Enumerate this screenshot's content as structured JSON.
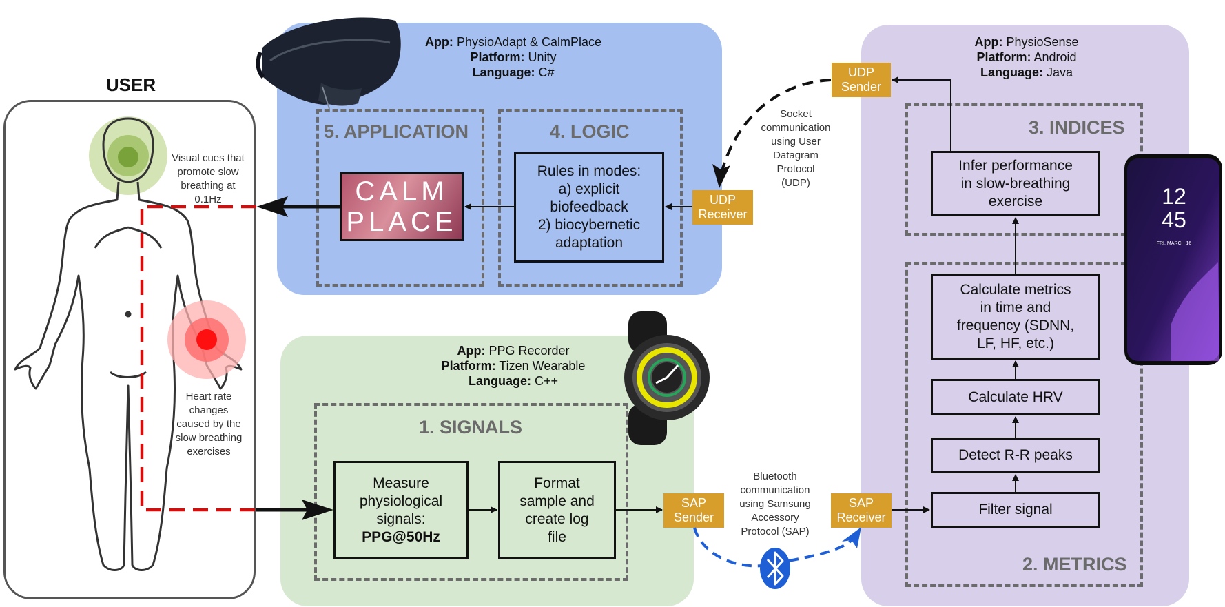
{
  "user": {
    "title": "USER"
  },
  "annotations": {
    "visual_cues": [
      "Visual cues that",
      "promote slow",
      "breathing at",
      "0.1Hz"
    ],
    "heart_rate": [
      "Heart rate",
      "changes",
      "caused by the",
      "slow breathing",
      "exercises"
    ],
    "socket": [
      "Socket",
      "communication",
      "using User",
      "Datagram",
      "Protocol",
      "(UDP)"
    ],
    "bluetooth": [
      "Bluetooth",
      "communication",
      "using Samsung",
      "Accessory",
      "Protocol (SAP)"
    ]
  },
  "vr_panel": {
    "app_label": "App:",
    "app": "PhysioAdapt & CalmPlace",
    "platform_label": "Platform:",
    "platform": "Unity",
    "language_label": "Language:",
    "language": "C#",
    "application_title": "5. APPLICATION",
    "logic_title": "4. LOGIC",
    "calm_line1": "CALM",
    "calm_line2": "PLACE",
    "rules": [
      "Rules in modes:",
      "a) explicit",
      "biofeedback",
      "2) biocybernetic",
      "adaptation"
    ],
    "udp_receiver": [
      "UDP",
      "Receiver"
    ]
  },
  "watch_panel": {
    "app_label": "App:",
    "app": "PPG Recorder",
    "platform_label": "Platform:",
    "platform": "Tizen Wearable",
    "language_label": "Language:",
    "language": "C++",
    "signals_title": "1. SIGNALS",
    "measure": [
      "Measure",
      "physiological",
      "signals:"
    ],
    "measure_bold": "PPG@50Hz",
    "format": [
      "Format",
      "sample and",
      "create log",
      "file"
    ],
    "sap_sender": [
      "SAP",
      "Sender"
    ]
  },
  "phone_panel": {
    "app_label": "App:",
    "app": "PhysioSense",
    "platform_label": "Platform:",
    "platform": "Android",
    "language_label": "Language:",
    "language": "Java",
    "indices_title": "3. INDICES",
    "metrics_title": "2. METRICS",
    "infer": [
      "Infer performance",
      "in slow-breathing",
      "exercise"
    ],
    "calc_metrics": [
      "Calculate metrics",
      "in time and",
      "frequency (SDNN,",
      "LF, HF, etc.)"
    ],
    "calc_hrv": "Calculate HRV",
    "detect": "Detect R-R peaks",
    "filter": "Filter signal",
    "udp_sender": [
      "UDP",
      "Sender"
    ],
    "sap_receiver": [
      "SAP",
      "Receiver"
    ]
  },
  "phone_screen": {
    "hour": "12",
    "minute": "45",
    "date": "FRI, MARCH 16"
  },
  "colors": {
    "vr_panel": "#a4bff0",
    "watch_panel": "#d7e8d0",
    "phone_panel": "#d8d0ea",
    "tag": "#d79e2c",
    "dashed_red": "#cc1111",
    "bluetooth": "#1f5fd6"
  }
}
